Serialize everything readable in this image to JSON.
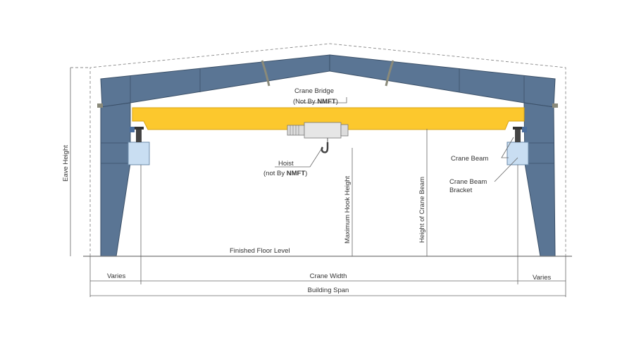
{
  "colors": {
    "frame": "#5a7594",
    "frame_edge": "#3b5068",
    "bridge": "#fcc82d",
    "bridge_edge": "#d9a516",
    "beam": "#c9def2",
    "hoist": "#e6e6e6"
  },
  "labels": {
    "crane_bridge": "Crane Bridge",
    "crane_bridge_note_prefix": "(Not By ",
    "crane_bridge_note_brand": "NMFT",
    "crane_bridge_note_suffix": ")",
    "hoist": "Hoist",
    "hoist_note_prefix": "(not By ",
    "hoist_note_brand": "NMFT",
    "hoist_note_suffix": ")",
    "crane_beam": "Crane Beam",
    "crane_beam_bracket_line1": "Crane Beam",
    "crane_beam_bracket_line2": "Bracket",
    "eave_height": "Eave Height",
    "maximum_hook_height": "Maximum Hook Height",
    "height_of_crane_beam": "Height of Crane Beam",
    "finished_floor_level": "Finished Floor Level",
    "varies_left": "Varies",
    "crane_width": "Crane Width",
    "varies_right": "Varies",
    "building_span": "Building Span"
  }
}
